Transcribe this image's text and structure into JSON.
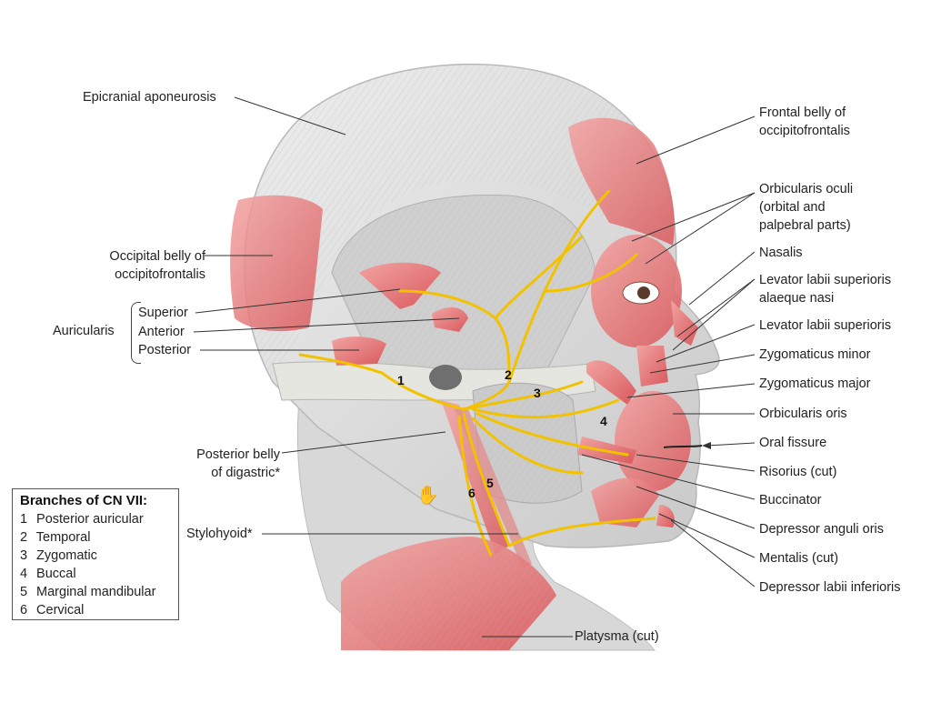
{
  "labels_left": {
    "epicranial_aponeurosis": "Epicranial aponeurosis",
    "occipital_belly_1": "Occipital belly of",
    "occipital_belly_2": "occipitofrontalis",
    "auricularis": "Auricularis",
    "superior": "Superior",
    "anterior": "Anterior",
    "posterior": "Posterior",
    "posterior_belly_1": "Posterior belly",
    "posterior_belly_2": "of digastric*",
    "stylohyoid": "Stylohyoid*",
    "platysma": "Platysma (cut)"
  },
  "labels_right": {
    "frontal_belly_1": "Frontal belly of",
    "frontal_belly_2": "occipitofrontalis",
    "orbicularis_oculi_1": "Orbicularis oculi",
    "orbicularis_oculi_2": "(orbital and",
    "orbicularis_oculi_3": "palpebral parts)",
    "nasalis": "Nasalis",
    "llsan_1": "Levator labii superioris",
    "llsan_2": "alaeque nasi",
    "lls": "Levator labii superioris",
    "zyg_minor": "Zygomaticus minor",
    "zyg_major": "Zygomaticus major",
    "orbicularis_oris": "Orbicularis oris",
    "oral_fissure": "Oral fissure",
    "risorius": "Risorius (cut)",
    "buccinator": "Buccinator",
    "depressor_anguli": "Depressor anguli oris",
    "mentalis": "Mentalis (cut)",
    "depressor_labii": "Depressor labii inferioris"
  },
  "branch_numbers": [
    "1",
    "2",
    "3",
    "4",
    "5",
    "6"
  ],
  "legend": {
    "title": "Branches of CN VII:",
    "items": [
      {
        "n": "1",
        "label": "Posterior auricular"
      },
      {
        "n": "2",
        "label": "Temporal"
      },
      {
        "n": "3",
        "label": "Zygomatic"
      },
      {
        "n": "4",
        "label": "Buccal"
      },
      {
        "n": "5",
        "label": "Marginal mandibular"
      },
      {
        "n": "6",
        "label": "Cervical"
      }
    ]
  },
  "colors": {
    "muscle": "#e47a7a",
    "muscle_light": "#f0a8a6",
    "nerve": "#f2c200",
    "skin_gray": "#d4d4d4",
    "bone": "#e8e8e4"
  },
  "icons": {
    "cursor": "hand-cursor-icon"
  }
}
